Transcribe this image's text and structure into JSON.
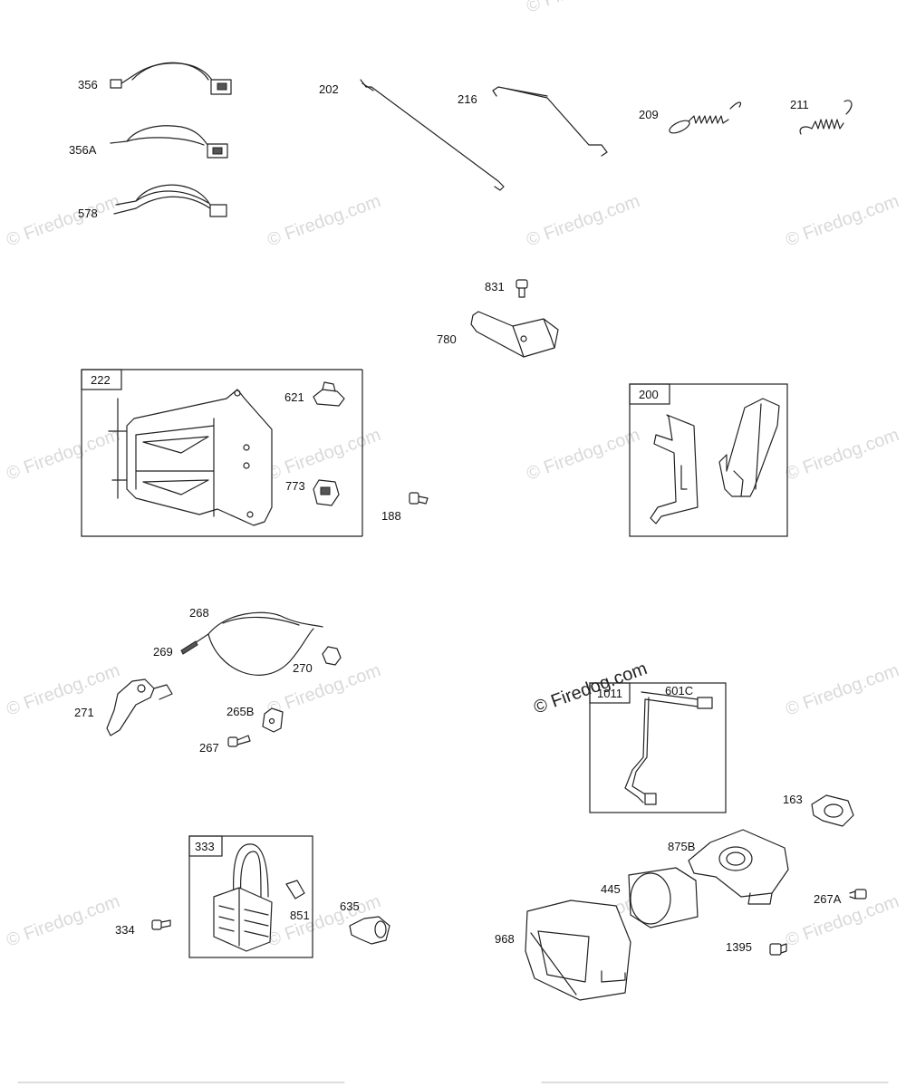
{
  "watermarks": [
    "© Firedog.com",
    "© Firedog.com",
    "© Firedog.com",
    "© Firedog.com",
    "© Firedog.com",
    "© Firedog.com",
    "© Firedog.com",
    "© Firedog.com",
    "© Firedog.com",
    "© Firedog.com",
    "© Firedog.com",
    "© Firedog.com",
    "© Firedog.com",
    "© Firedog.com",
    "© Firedog.com",
    "© Firedog.com"
  ],
  "watermark_main": "© Firedog.com",
  "groups": {
    "g222": "222",
    "g200": "200",
    "g1011": "1011",
    "g333": "333"
  },
  "parts": {
    "p356": "356",
    "p356A": "356A",
    "p578": "578",
    "p202": "202",
    "p216": "216",
    "p209": "209",
    "p211": "211",
    "p831": "831",
    "p780": "780",
    "p621": "621",
    "p773": "773",
    "p188": "188",
    "p268": "268",
    "p269": "269",
    "p270": "270",
    "p271": "271",
    "p265B": "265B",
    "p267": "267",
    "p601C": "601C",
    "p163": "163",
    "p875B": "875B",
    "p445": "445",
    "p267A": "267A",
    "p1395": "1395",
    "p968": "968",
    "p334": "334",
    "p851": "851",
    "p635": "635"
  }
}
